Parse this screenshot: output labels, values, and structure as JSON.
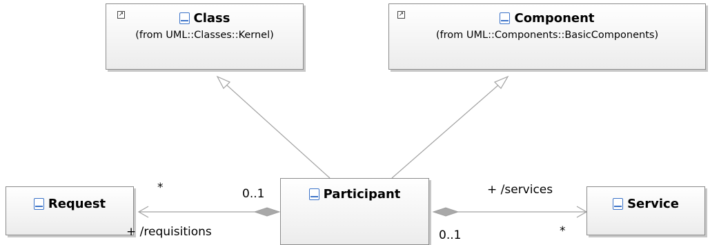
{
  "classes": {
    "class": {
      "name": "Class",
      "from": "(from UML::Classes::Kernel)",
      "shortcut_glyph": "↗"
    },
    "component": {
      "name": "Component",
      "from": "(from UML::Components::BasicComponents)",
      "shortcut_glyph": "↗"
    },
    "request": {
      "name": "Request"
    },
    "participant": {
      "name": "Participant"
    },
    "service": {
      "name": "Service"
    }
  },
  "associations": {
    "requisitions": {
      "role": "+ /requisitions",
      "multiplicity_far": "*",
      "multiplicity_near": "0..1"
    },
    "services": {
      "role": "+ /services",
      "multiplicity_far": "*",
      "multiplicity_near": "0..1"
    }
  },
  "colors": {
    "edge": "#a0a0a0",
    "diamond": "#a8a8a8",
    "icon": "#3a72c8",
    "border": "#8a8a8a"
  }
}
